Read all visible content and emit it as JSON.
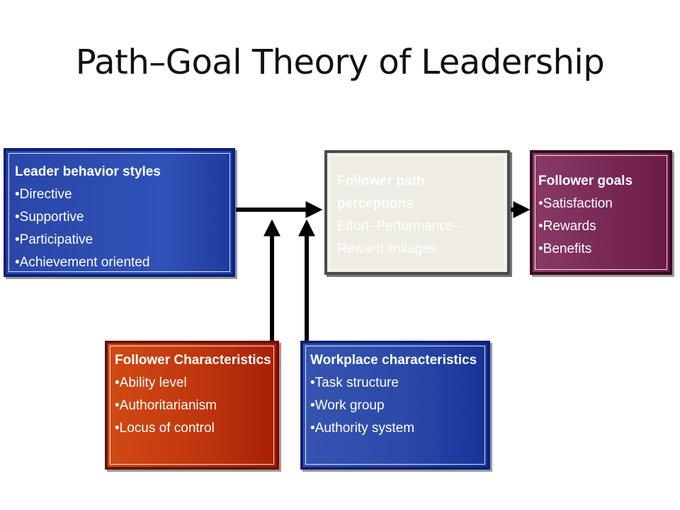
{
  "title": "Path–Goal Theory of Leadership",
  "boxes": {
    "leader": {
      "heading": "Leader behavior styles",
      "items": [
        "Directive",
        "Supportive",
        "Participative",
        "Achievement oriented"
      ]
    },
    "path": {
      "heading": "Follower path perceptions",
      "body": "Effort–Performance–Reward linkages"
    },
    "goals": {
      "heading": "Follower goals",
      "items": [
        "Satisfaction",
        "Rewards",
        "Benefits"
      ]
    },
    "follower": {
      "heading": "Follower Characteristics",
      "items": [
        "Ability level",
        "Authoritarianism",
        "Locus of control"
      ]
    },
    "work": {
      "heading": "Workplace characteristics",
      "items": [
        "Task structure",
        "Work group",
        "Authority system"
      ]
    }
  },
  "colors": {
    "leader_fill": "#2f52b8",
    "path_fill": "#efece4",
    "goals_fill": "#7a2a55",
    "follower_fill": "#c1380e",
    "work_fill": "#2a48a8",
    "arrow": "#000000"
  }
}
